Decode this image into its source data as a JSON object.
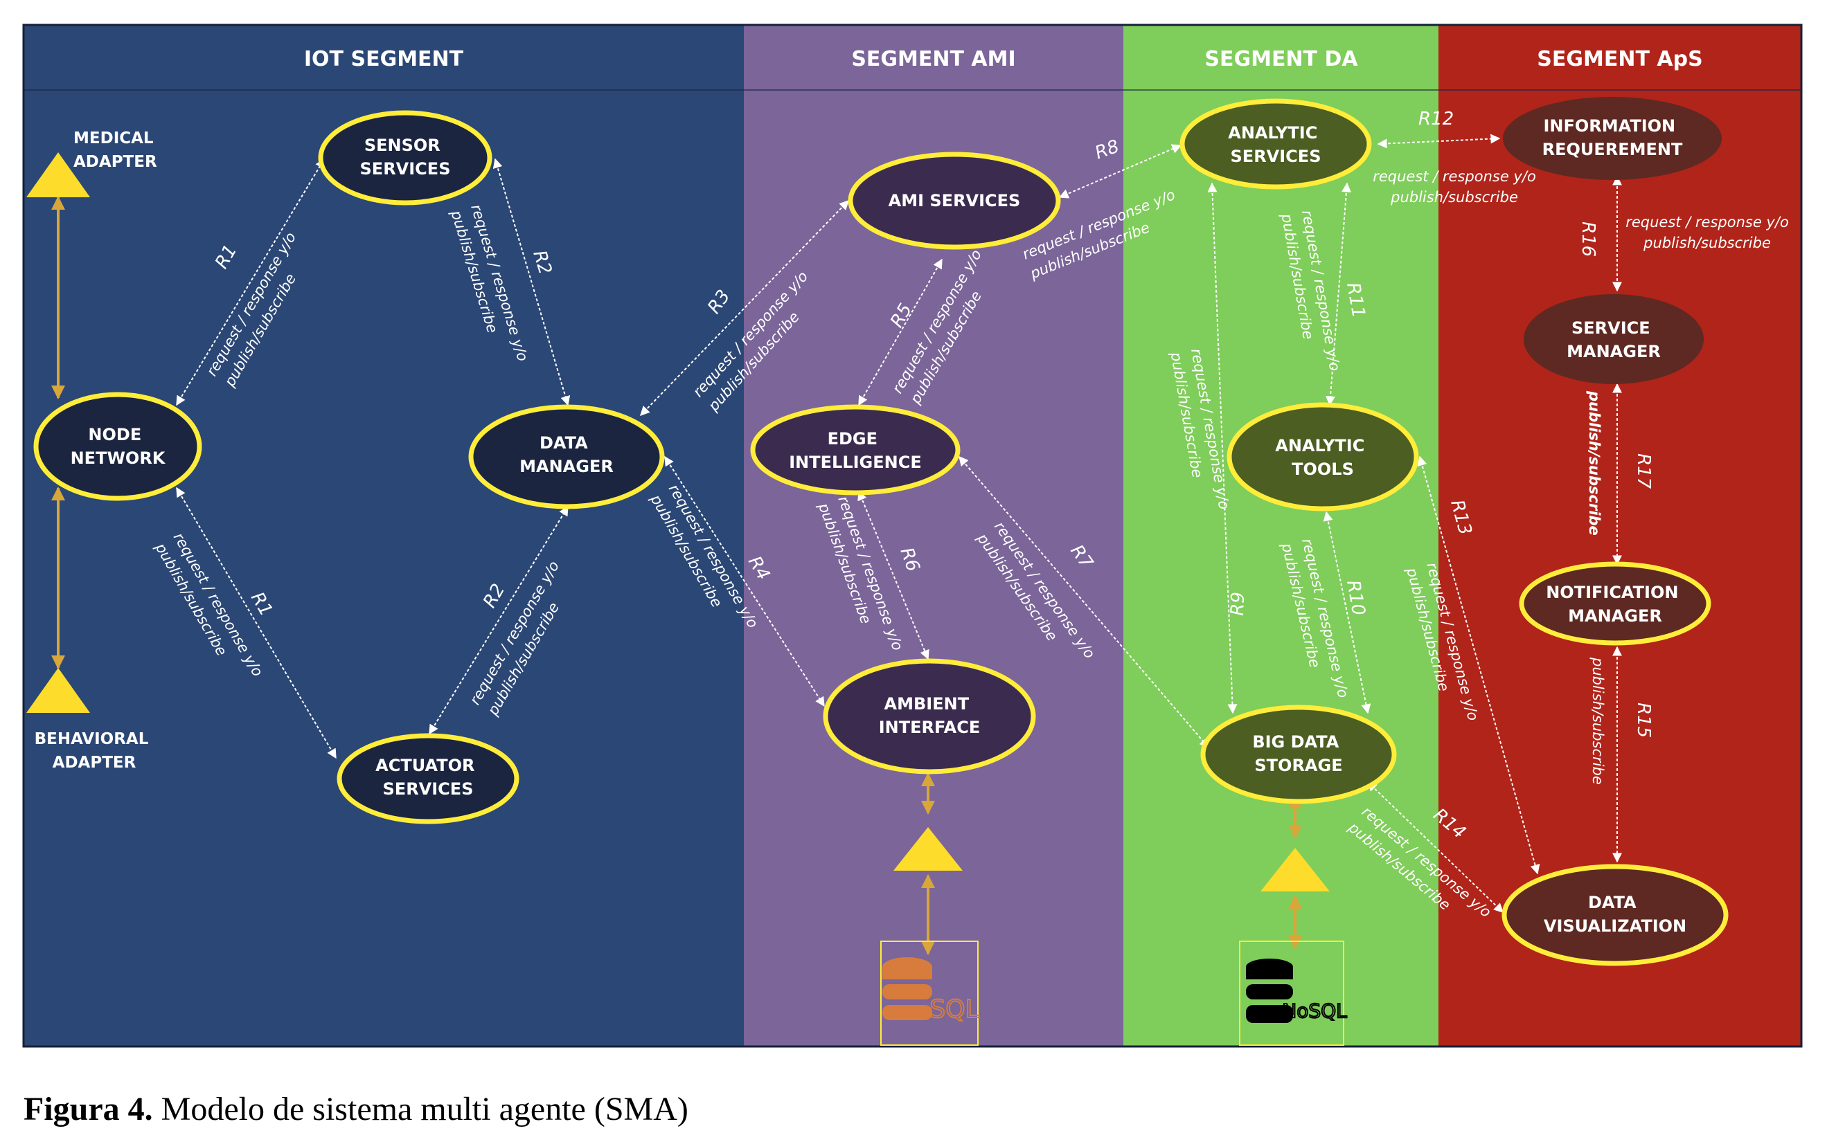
{
  "segments": {
    "iot": {
      "title": "IOT SEGMENT",
      "color": "#2b4775"
    },
    "ami": {
      "title": "SEGMENT AMI",
      "color": "#7b6599"
    },
    "da": {
      "title": "SEGMENT DA",
      "color": "#7fcd5a"
    },
    "aps": {
      "title": "SEGMENT ApS",
      "color": "#b0241a"
    }
  },
  "adapters": {
    "medical": [
      "MEDICAL",
      "ADAPTER"
    ],
    "behavioral": [
      "BEHAVIORAL",
      "ADAPTER"
    ]
  },
  "nodes": {
    "sensor_services": [
      "SENSOR",
      "SERVICES"
    ],
    "node_network": [
      "NODE",
      "NETWORK"
    ],
    "data_manager": [
      "DATA",
      "MANAGER"
    ],
    "actuator_services": [
      "ACTUATOR",
      "SERVICES"
    ],
    "ami_services": [
      "AMI SERVICES"
    ],
    "edge_intelligence": [
      "EDGE",
      "INTELLIGENCE"
    ],
    "ambient_interface": [
      "AMBIENT",
      "INTERFACE"
    ],
    "analytic_services": [
      "ANALYTIC",
      "SERVICES"
    ],
    "analytic_tools": [
      "ANALYTIC",
      "TOOLS"
    ],
    "big_data_storage": [
      "BIG DATA",
      "STORAGE"
    ],
    "information_requirement": [
      "INFORMATION",
      "REQUEREMENT"
    ],
    "service_manager": [
      "SERVICE",
      "MANAGER"
    ],
    "notification_manager": [
      "NOTIFICATION",
      "MANAGER"
    ],
    "data_visualization": [
      "DATA",
      "VISUALIZATION"
    ]
  },
  "relations": {
    "r1": "R1",
    "r2": "R2",
    "r3": "R3",
    "r4": "R4",
    "r5": "R5",
    "r6": "R6",
    "r7": "R7",
    "r8": "R8",
    "r9": "R9",
    "r10": "R10",
    "r11": "R11",
    "r12": "R12",
    "r13": "R13",
    "r14": "R14",
    "r15": "R15",
    "r16": "R16",
    "r17": "R17"
  },
  "relation_text": {
    "req_resp": "request / response y/o",
    "pubsub": "publish/subscribe",
    "pubsub_bold": "publish/subscribe"
  },
  "databases": {
    "sql": "SQL",
    "nosql": "NoSQL"
  },
  "colors": {
    "node_outline": "#ffed3a",
    "adapter_fill": "#fddc2c",
    "gold_line": "#d9a63a",
    "iot_node": "#1b2540",
    "ami_node": "#3b2c4f",
    "da_node": "#4c5e21",
    "aps_node": "#5e2922"
  },
  "caption": {
    "label": "Figura 4.",
    "text": " Modelo de sistema multi agente (SMA)"
  }
}
